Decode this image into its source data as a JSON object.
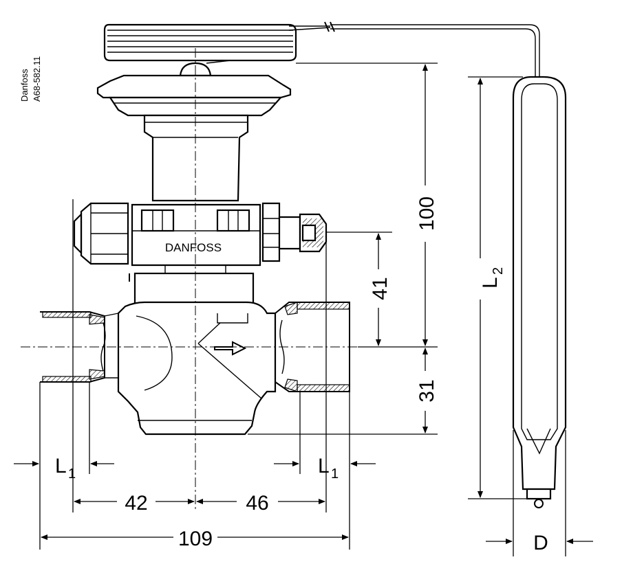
{
  "drawing": {
    "maker": "Danfoss",
    "code": "A68-582.11",
    "body_marking": "DANFOSS"
  },
  "dimensions": {
    "height_upper": "100",
    "height_outlet": "41",
    "height_lower": "31",
    "inlet_to_axis": "42",
    "axis_to_outlet": "46",
    "overall_width": "109",
    "bulb_length": "L",
    "bulb_length_sub": "2",
    "bulb_diameter": "D",
    "inlet_pipe_length": "L",
    "inlet_pipe_length_sub": "1",
    "outlet_pipe_length": "L",
    "outlet_pipe_length_sub": "1"
  },
  "colors": {
    "line": "#000000",
    "background": "#ffffff"
  }
}
